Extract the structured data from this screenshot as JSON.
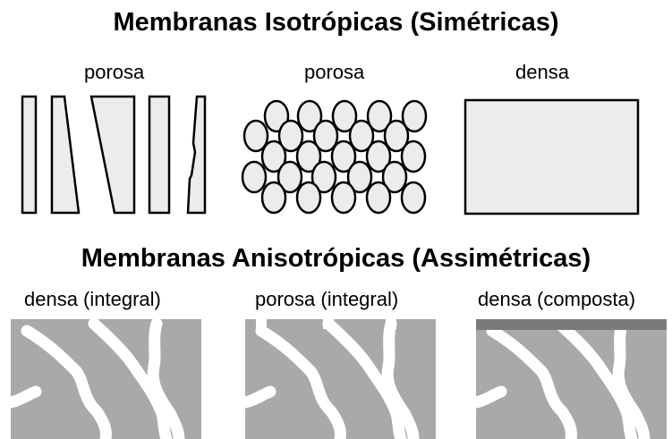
{
  "titles": {
    "isotropic": "Membranas Isotrópicas (Simétricas)",
    "anisotropic": "Membranas Anisotrópicas (Assimétricas)"
  },
  "isotropic_labels": [
    "porosa",
    "porosa",
    "densa"
  ],
  "anisotropic_labels": [
    "densa (integral)",
    "porosa (integral)",
    "densa (composta)"
  ],
  "colors": {
    "fill_light": "#ececec",
    "fill_gray": "#a9a9a9",
    "skin_dark": "#7a7a7a"
  }
}
